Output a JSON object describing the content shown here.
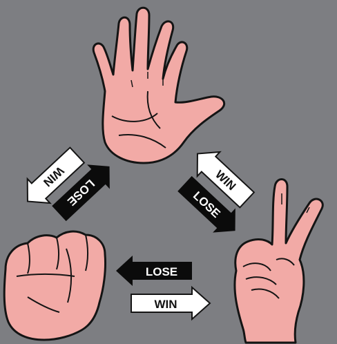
{
  "colors": {
    "background": "#7d7e82",
    "skin": "#f2aaa6",
    "outline": "#141414",
    "win_arrow": "#ffffff",
    "lose_arrow": "#0b0b0b"
  },
  "hands": [
    {
      "gesture": "paper",
      "icon": "open-palm-hand-icon"
    },
    {
      "gesture": "scissors",
      "icon": "peace-sign-hand-icon"
    },
    {
      "gesture": "rock",
      "icon": "closed-fist-hand-icon"
    }
  ],
  "arrows": {
    "left_win": "WIN",
    "left_lose": "LOSE",
    "right_win": "WIN",
    "right_lose": "LOSE",
    "bottom_lose": "LOSE",
    "bottom_win": "WIN"
  }
}
